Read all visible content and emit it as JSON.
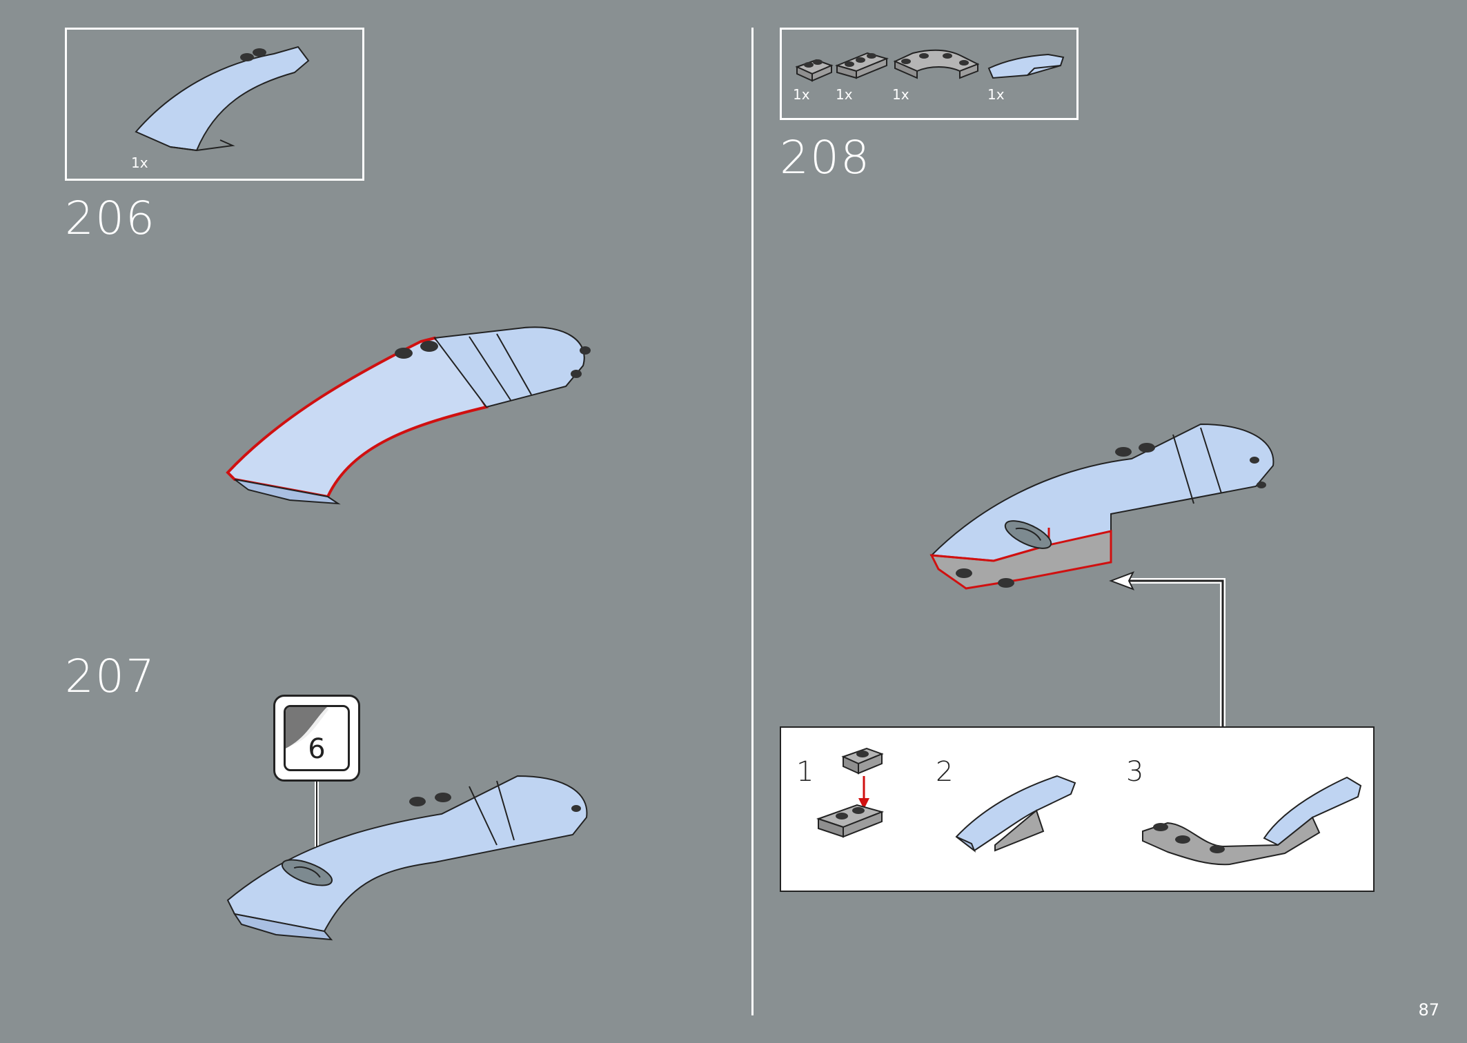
{
  "page_number": "87",
  "steps": [
    {
      "number": "206",
      "parts": [
        {
          "qty": "1x",
          "icon": "curved-slope-brick-light-blue"
        }
      ]
    },
    {
      "number": "207",
      "sticker": "6"
    },
    {
      "number": "208",
      "parts": [
        {
          "qty": "1x",
          "icon": "plate-1x2-gray"
        },
        {
          "qty": "1x",
          "icon": "plate-1x3-gray"
        },
        {
          "qty": "1x",
          "icon": "curved-plate-gray"
        },
        {
          "qty": "1x",
          "icon": "curved-slope-light-blue"
        }
      ],
      "substeps": [
        "1",
        "2",
        "3"
      ]
    }
  ],
  "colors": {
    "background": "#899092",
    "part_blue": "#bfd4f2",
    "part_gray": "#a7a7a7",
    "highlight": "#d01010"
  }
}
